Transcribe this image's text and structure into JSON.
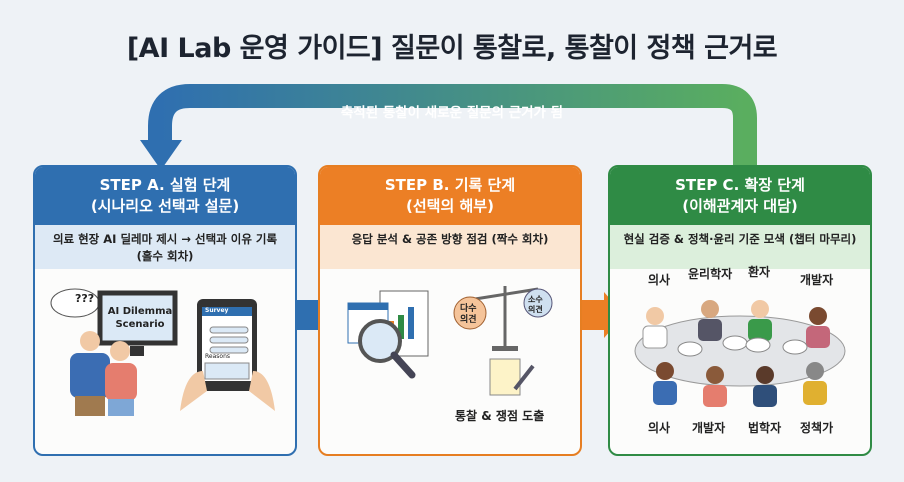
{
  "title": "[AI Lab 운영 가이드] 질문이 통찰로, 통찰이 정책 근거로",
  "loop_label": "축적된 통찰이 새로운 질문의 근거가 됨",
  "colors": {
    "blue": "#2f6fb0",
    "orange": "#ec7f25",
    "green": "#2f8b45"
  },
  "steps": [
    {
      "title": "STEP A. 실험 단계",
      "subtitle": "(시나리오 선택과 설문)",
      "desc": "의료 현장 AI 딜레마 제시 → 선택과 이유 기록",
      "desc2": "(홀수 회차)",
      "monitor_text1": "AI Dilemma",
      "monitor_text2": "Scenario",
      "thought": "???",
      "tablet_title": "Survey",
      "tablet_reasons": "Reasons"
    },
    {
      "title": "STEP B. 기록 단계",
      "subtitle": "(선택의 해부)",
      "desc": "응답 분석 & 공존 방향 점검 (짝수 회차)",
      "majority1": "다수",
      "majority2": "의견",
      "minority1": "소수",
      "minority2": "의견",
      "output": "통찰 & 쟁점 도출"
    },
    {
      "title": "STEP C. 확장 단계",
      "subtitle": "(이해관계자 대담)",
      "desc": "현실 검증 & 정책·윤리 기준 모색 (챕터 마무리)",
      "roles_top": [
        "의사",
        "윤리학자",
        "환자",
        "개발자"
      ],
      "roles_bottom": [
        "의사",
        "개발자",
        "법학자",
        "정책가"
      ]
    }
  ]
}
